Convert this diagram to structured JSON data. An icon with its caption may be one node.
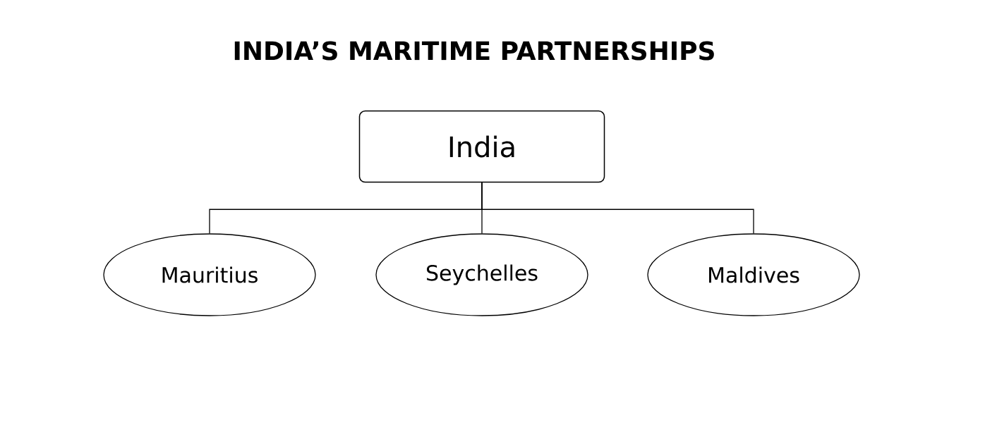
{
  "diagram": {
    "title": "INDIA’S MARITIME PARTNERSHIPS",
    "nodes": [
      {
        "text": [
          "India"
        ]
      },
      {
        "text": [
          "Mauritius"
        ]
      },
      {
        "text": [
          "Seychelles"
        ]
      },
      {
        "text": [
          "Maldives"
        ]
      }
    ],
    "edges": [
      {
        "from": 0,
        "to": 1,
        "arrow": "none"
      },
      {
        "from": 0,
        "to": 2,
        "arrow": "none"
      },
      {
        "from": 0,
        "to": 3,
        "arrow": "none"
      }
    ]
  }
}
